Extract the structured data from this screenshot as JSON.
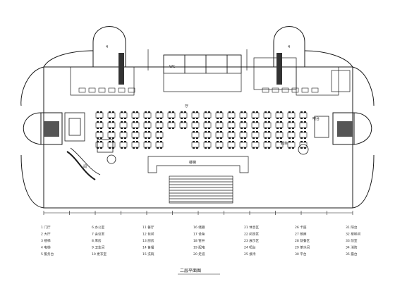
{
  "drawing": {
    "title": "二层平面图",
    "line_color": "#1a1a1a",
    "accent_color": "#555555"
  },
  "room_labels": {
    "left_tower": "4 ",
    "right_tower": "4 ",
    "hall": "厅",
    "reading": "阅",
    "service": "服务",
    "stair": "楼梯",
    "bar": "吧台",
    "wc": "WC"
  },
  "legend": [
    [
      "1 门厅",
      "2 大厅",
      "3 楼梯",
      "4 电梯",
      "5 服务台"
    ],
    [
      "6 办公室",
      "7 会议室",
      "8 库房",
      "9 卫生间",
      "10 更衣室"
    ],
    [
      "11 餐厅",
      "12 包间",
      "13 厨房",
      "14 备餐",
      "15 洗碗"
    ],
    [
      "16 储藏",
      "17 设备",
      "18 管井",
      "19 配电",
      "20 走道"
    ],
    [
      "21 休息区",
      "22 阅览区",
      "23 展示区",
      "24 吧台",
      "25 接待"
    ],
    [
      "26 卡座",
      "27 散座",
      "28 就餐区",
      "29 茶水间",
      "30 平台"
    ],
    [
      "31 阳台",
      "32 楼梯间",
      "33 前室",
      "34 消防",
      "35 露台"
    ]
  ]
}
